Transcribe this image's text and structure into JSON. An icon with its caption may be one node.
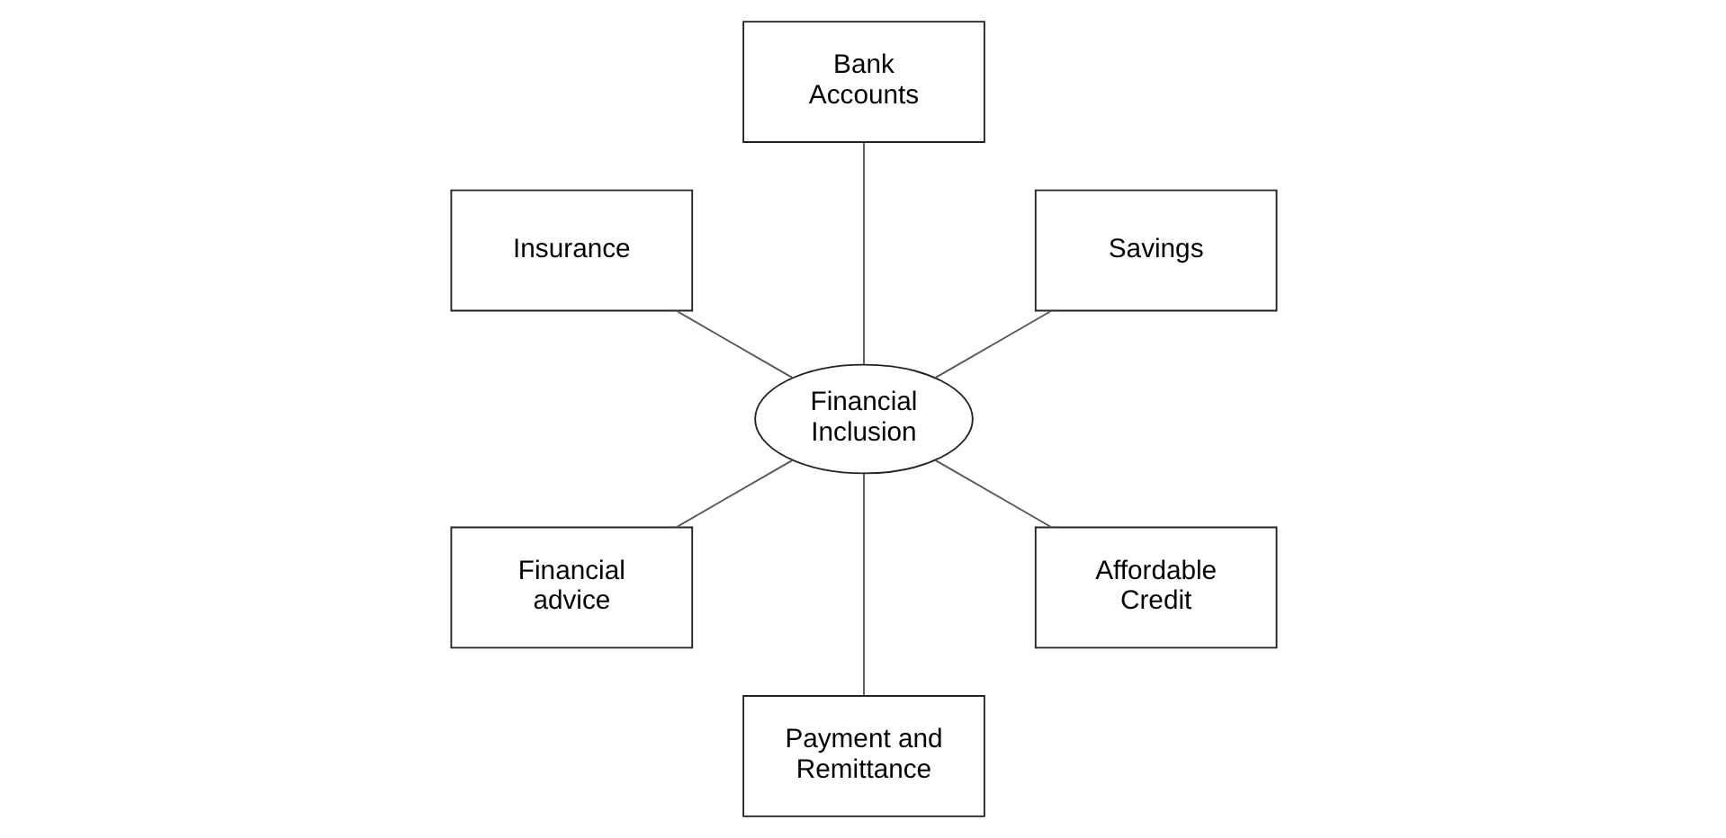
{
  "diagram": {
    "nodes": [
      {
        "text": [
          "Savings"
        ]
      },
      {
        "text": [
          "Bank Accounts"
        ]
      },
      {
        "text": [
          "Financial Inclusion"
        ]
      },
      {
        "text": [
          "Insurance"
        ]
      },
      {
        "text": [
          "Financial advice"
        ]
      },
      {
        "text": [
          "Payment and Remittance"
        ]
      },
      {
        "text": [
          "Affordable Credit"
        ]
      }
    ],
    "edges": [
      {
        "from": 2,
        "to": 0,
        "arrow": "none"
      },
      {
        "from": 2,
        "to": 1,
        "arrow": "none"
      },
      {
        "from": 2,
        "to": 3,
        "arrow": "none"
      },
      {
        "from": 2,
        "to": 4,
        "arrow": "none"
      },
      {
        "from": 2,
        "to": 5,
        "arrow": "none"
      },
      {
        "from": 2,
        "to": 6,
        "arrow": "none"
      }
    ]
  }
}
